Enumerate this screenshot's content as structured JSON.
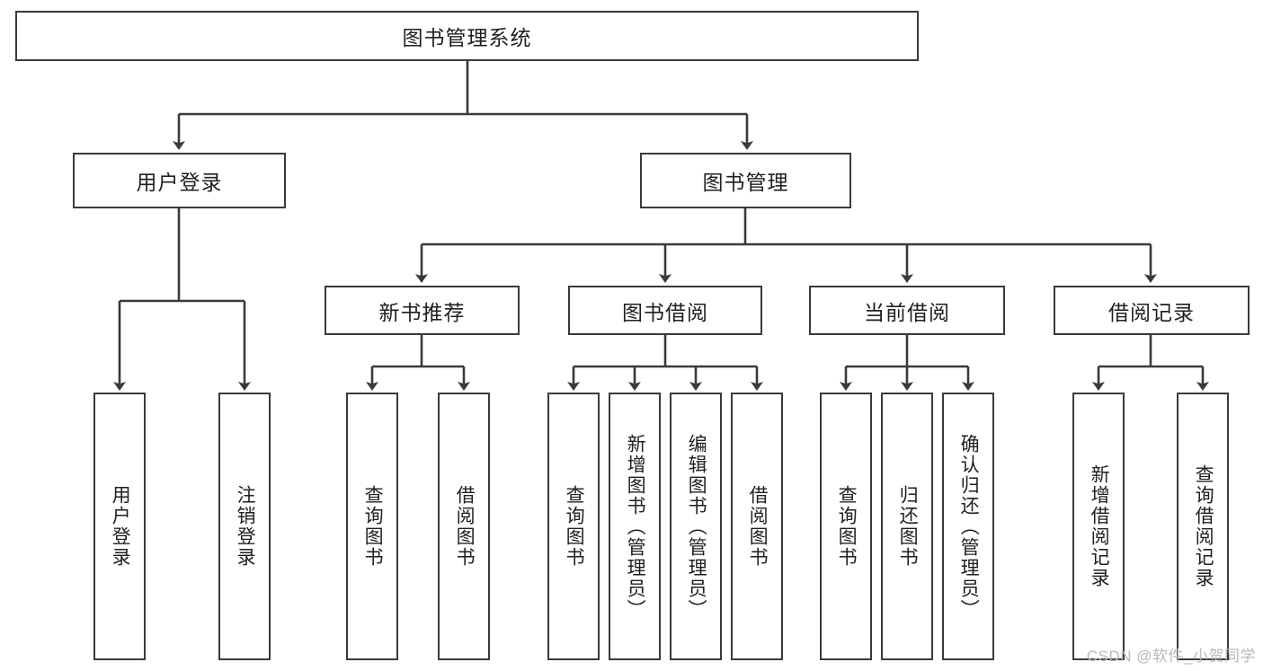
{
  "diagram": {
    "title": "图书管理系统",
    "type": "hierarchy-tree",
    "watermark": "CSDN @软件_小贺同学",
    "colors": {
      "box_border": "#3a3a3a",
      "box_fill": "#ffffff",
      "edge": "#3a3a3a",
      "text": "#1f1f1f",
      "watermark": "#b9b9b9"
    },
    "root": {
      "label": "图书管理系统"
    },
    "level2": [
      {
        "label": "用户登录"
      },
      {
        "label": "图书管理"
      }
    ],
    "level3": [
      {
        "label": "新书推荐"
      },
      {
        "label": "图书借阅"
      },
      {
        "label": "当前借阅"
      },
      {
        "label": "借阅记录"
      }
    ],
    "leaves": {
      "user_login": [
        {
          "label": "用户登录"
        },
        {
          "label": "注销登录"
        }
      ],
      "new_book_recommend": [
        {
          "label": "查询图书"
        },
        {
          "label": "借阅图书"
        }
      ],
      "book_borrow": [
        {
          "label": "查询图书"
        },
        {
          "label": "新增图书（管理员）"
        },
        {
          "label": "编辑图书（管理员）"
        },
        {
          "label": "借阅图书"
        }
      ],
      "current_borrow": [
        {
          "label": "查询图书"
        },
        {
          "label": "归还图书"
        },
        {
          "label": "确认归还（管理员）"
        }
      ],
      "borrow_record": [
        {
          "label": "新增借阅记录"
        },
        {
          "label": "查询借阅记录"
        }
      ]
    }
  }
}
